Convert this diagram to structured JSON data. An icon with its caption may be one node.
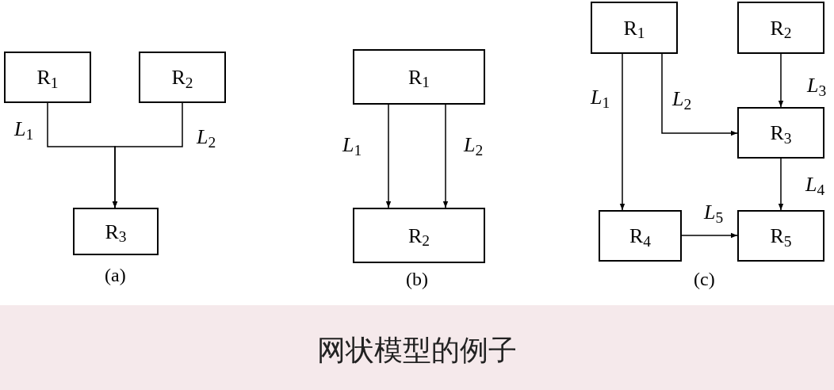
{
  "diagram": {
    "caption": "网状模型的例子",
    "nodes": [
      {
        "text": [
          "R$_{1}$"
        ]
      },
      {
        "text": [
          "R$_{2}$"
        ]
      },
      {
        "text": [
          "R$_{3}$"
        ]
      },
      {
        "text": [
          "R$_{1}$"
        ]
      },
      {
        "text": [
          "R$_{2}$"
        ]
      },
      {
        "text": [
          "R$_{1}$"
        ]
      },
      {
        "text": [
          "R$_{2}$"
        ]
      },
      {
        "text": [
          "R$_{3}$"
        ]
      },
      {
        "text": [
          "R$_{4}$"
        ]
      },
      {
        "text": [
          "R$_{5}$"
        ]
      }
    ],
    "edges": [
      {
        "from": 0,
        "to": 2,
        "arrow": "to",
        "label": "*L*$_{1}$"
      },
      {
        "from": 1,
        "to": 2,
        "arrow": "to",
        "label": "*L*$_{2}$"
      },
      {
        "from": 3,
        "to": 4,
        "arrow": "to",
        "label": "*L*$_{1}$"
      },
      {
        "from": 3,
        "to": 4,
        "arrow": "to",
        "label": "*L*$_{2}$"
      },
      {
        "from": 5,
        "to": 8,
        "arrow": "to",
        "label": "*L*$_{1}$"
      },
      {
        "from": 5,
        "to": 7,
        "arrow": "to",
        "label": "*L*$_{2}$"
      },
      {
        "from": 6,
        "to": 7,
        "arrow": "to",
        "label": "*L*$_{3}$"
      },
      {
        "from": 7,
        "to": 9,
        "arrow": "to",
        "label": "*L*$_{4}$"
      },
      {
        "from": 8,
        "to": 9,
        "arrow": "to",
        "label": "*L*$_{5}$"
      }
    ],
    "labels": [
      "(a)",
      "(b)",
      "(c)"
    ]
  }
}
